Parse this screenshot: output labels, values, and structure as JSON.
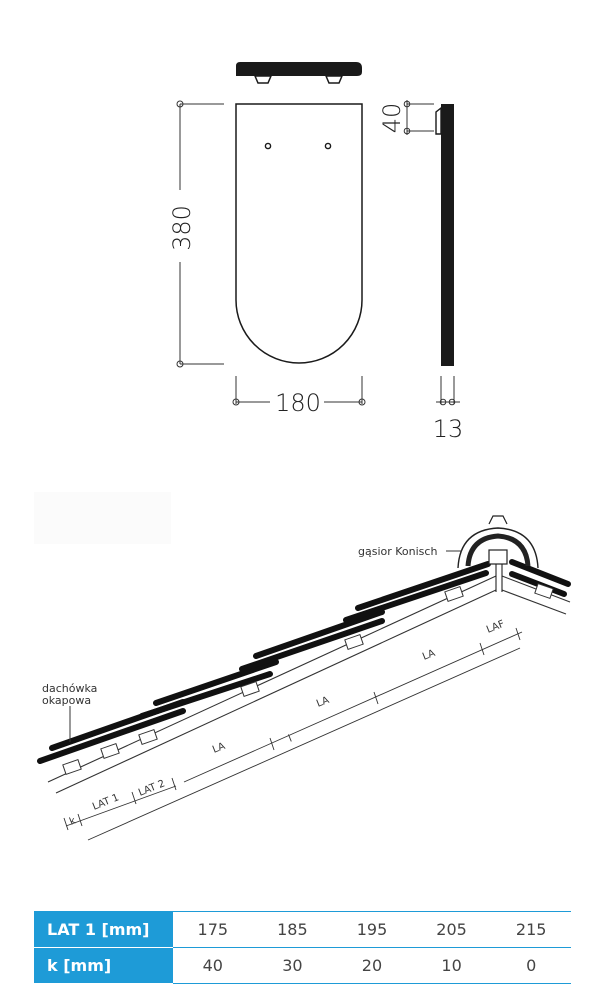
{
  "tile": {
    "height_label": "380",
    "width_label": "180",
    "nib_label": "40",
    "thickness_label": "13"
  },
  "roof": {
    "ridge_label": "gąsior Konisch",
    "eaves_label_line1": "dachówka",
    "eaves_label_line2": "okapowa",
    "dims": {
      "k": "k",
      "lat1": "LAT 1",
      "lat2": "LAT 2",
      "la": "LA",
      "laf": "LAF",
      "l": "l"
    }
  },
  "table": {
    "rows": [
      {
        "header": "LAT 1 [mm]",
        "values": [
          "175",
          "185",
          "195",
          "205",
          "215"
        ]
      },
      {
        "header": "k [mm]",
        "values": [
          "40",
          "30",
          "20",
          "10",
          "0"
        ]
      }
    ]
  }
}
